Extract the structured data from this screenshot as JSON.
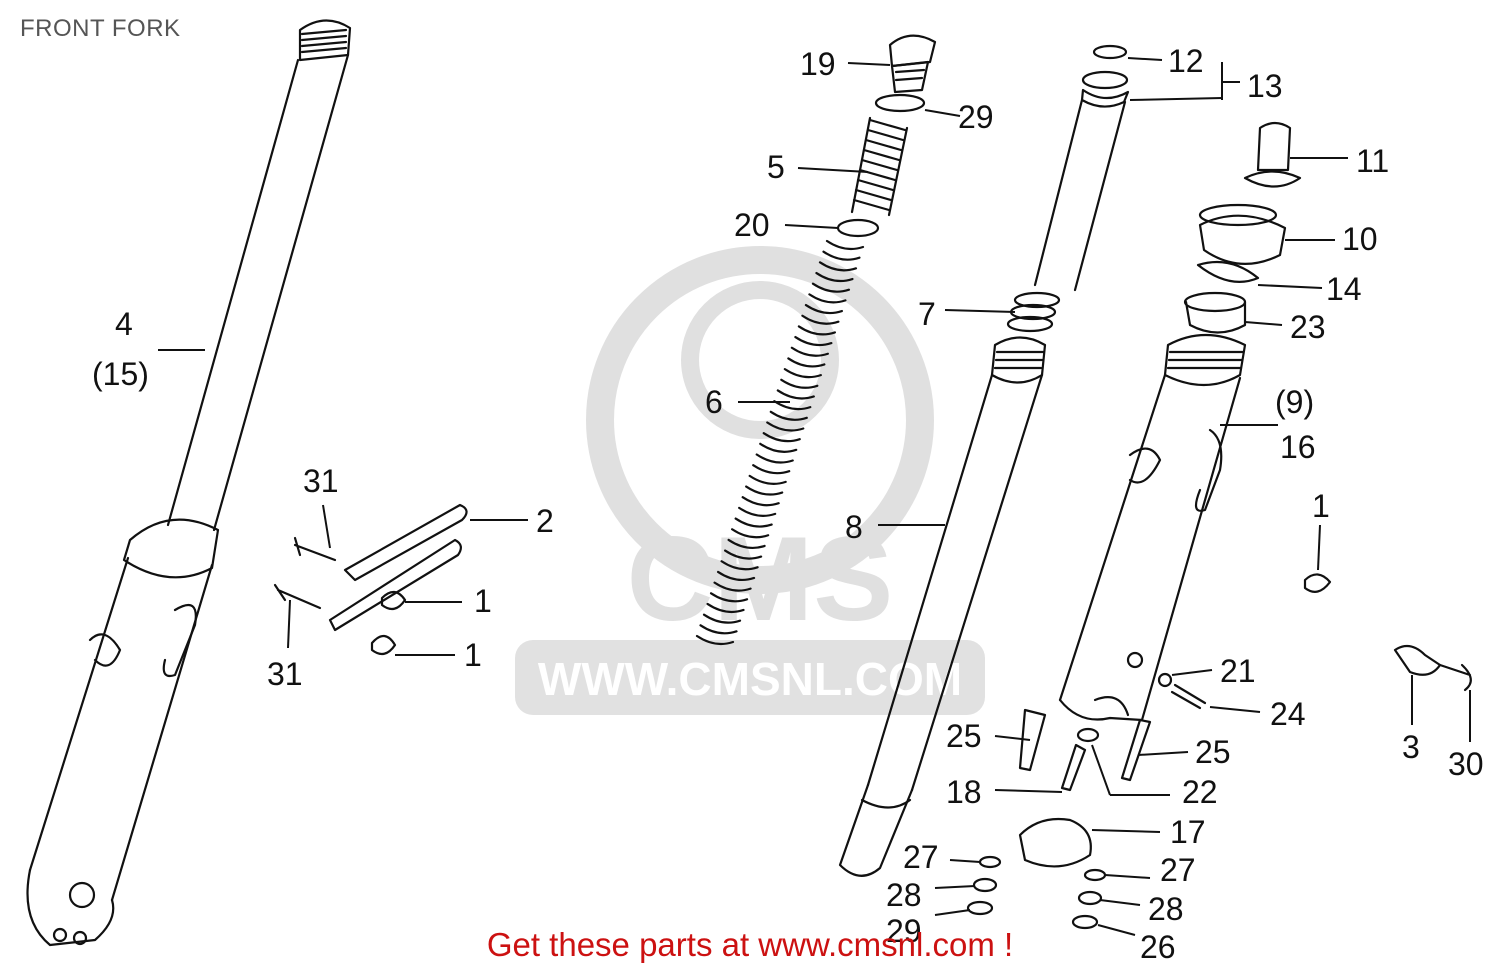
{
  "title": "FRONT FORK",
  "footer": "Get these parts at www.cmsnl.com !",
  "watermark": {
    "brand": "CMS",
    "url": "WWW.CMSNL.COM"
  },
  "callouts": {
    "c4": "4",
    "c15": "(15)",
    "c31a": "31",
    "c31b": "31",
    "c2": "2",
    "c1a": "1",
    "c1b": "1",
    "c19": "19",
    "c29a": "29",
    "c5": "5",
    "c20": "20",
    "c6": "6",
    "c7": "7",
    "c8": "8",
    "c12": "12",
    "c13": "13",
    "c11": "11",
    "c10": "10",
    "c14": "14",
    "c23": "23",
    "c9": "(9)",
    "c16": "16",
    "c1c": "1",
    "c21": "21",
    "c24": "24",
    "c25a": "25",
    "c25b": "25",
    "c18": "18",
    "c22": "22",
    "c17": "17",
    "c27a": "27",
    "c27b": "27",
    "c28a": "28",
    "c28b": "28",
    "c29b": "29",
    "c26": "26",
    "c3": "3",
    "c30": "30"
  },
  "colors": {
    "line": "#111111",
    "watermark": "#d8d8d8",
    "footer": "#cc1111",
    "title": "#555555"
  }
}
